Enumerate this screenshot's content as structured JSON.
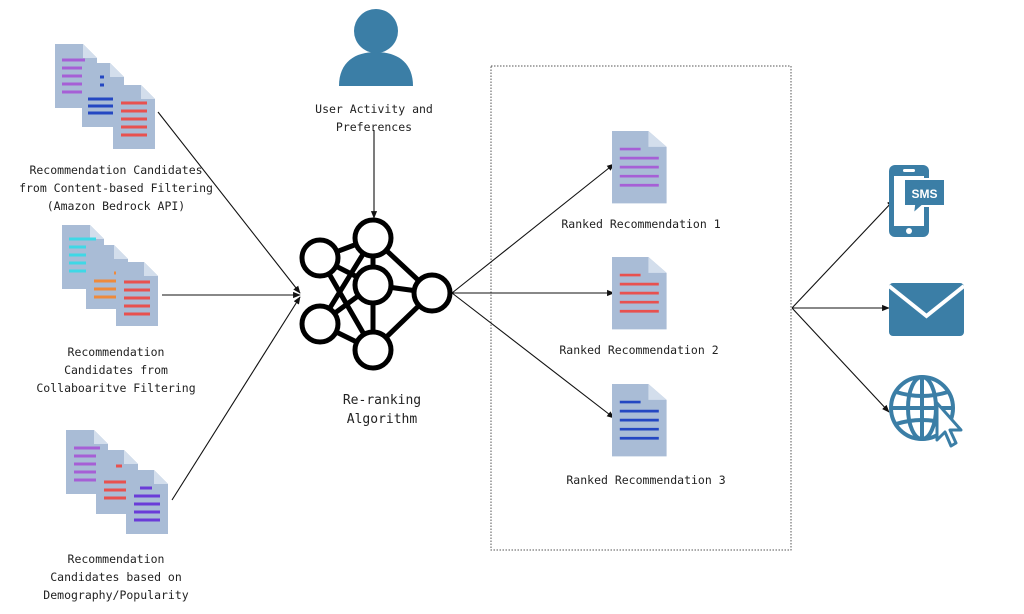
{
  "user": {
    "label_lines": [
      "User Activity and",
      "Preferences"
    ]
  },
  "candidates": [
    {
      "label_lines": [
        "Recommendation Candidates",
        "from Content-based Filtering",
        "(Amazon Bedrock API)"
      ]
    },
    {
      "label_lines": [
        "Recommendation",
        "Candidates from",
        "Collaboaritve Filtering"
      ]
    },
    {
      "label_lines": [
        "Recommendation",
        "Candidates based on",
        "Demography/Popularity"
      ]
    }
  ],
  "algorithm": {
    "label_lines": [
      "Re-ranking",
      "Algorithm"
    ]
  },
  "ranked": [
    {
      "label": "Ranked Recommendation 1"
    },
    {
      "label": "Ranked Recommendation 2"
    },
    {
      "label": "Ranked Recommendation 3"
    }
  ],
  "channels": {
    "sms_text": "SMS",
    "items": [
      {
        "icon": "sms-phone-icon"
      },
      {
        "icon": "email-envelope-icon"
      },
      {
        "icon": "web-globe-cursor-icon"
      }
    ]
  },
  "colors": {
    "doc_fill": "#a9bcd6",
    "doc_fold": "#d3deec",
    "icon_blue": "#3b7ea6",
    "purple": "#a65fd6",
    "red": "#e8514f",
    "blue": "#2447c2",
    "cyan": "#3fd8e6",
    "orange": "#ee8a3c",
    "violet": "#6a3cd8"
  }
}
